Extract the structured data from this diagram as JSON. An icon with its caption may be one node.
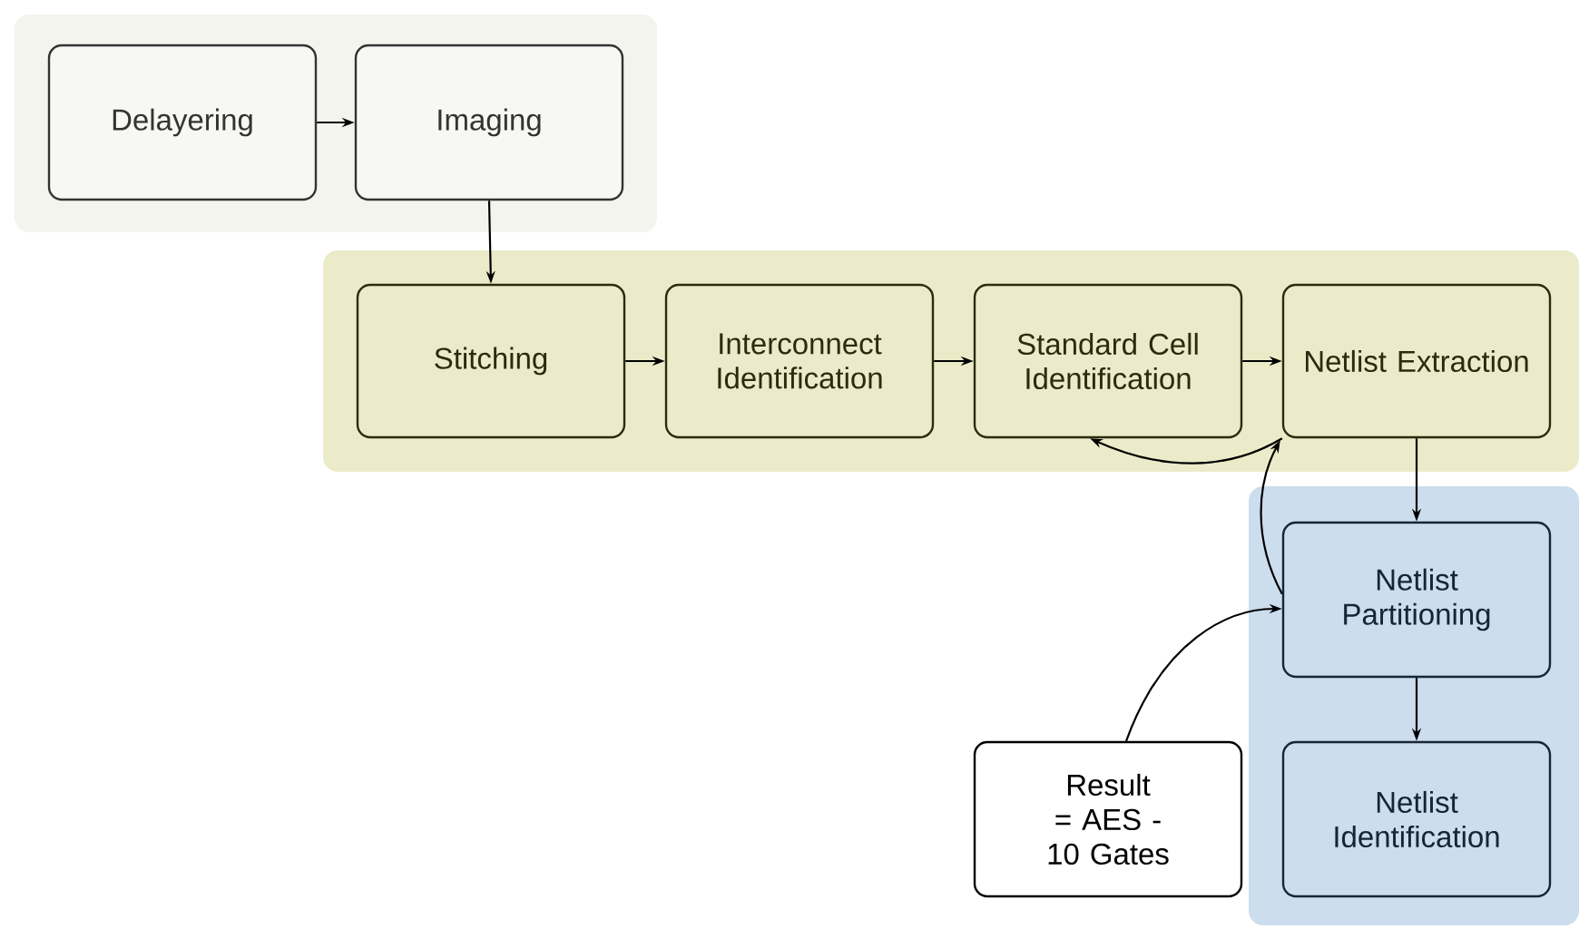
{
  "diagram": {
    "nodes": [
      {
        "text": [],
        "shape": "box"
      },
      {
        "text": [
          "Delayering"
        ],
        "in": 0
      },
      {
        "text": [
          "Imaging"
        ],
        "in": 0
      },
      {
        "text": [],
        "shape": "box"
      },
      {
        "text": [
          "Stitching"
        ],
        "in": 3
      },
      {
        "text": [
          "Interconnect Identification"
        ],
        "in": 3
      },
      {
        "text": [
          "Standard Cell Identification"
        ],
        "in": 3
      },
      {
        "text": [
          "Netlist Extraction"
        ],
        "in": 3
      },
      {
        "text": [],
        "shape": "box"
      },
      {
        "text": [
          "Netlist Partitioning"
        ],
        "in": 8
      },
      {
        "text": [
          "Netlist Identification"
        ],
        "in": 8
      },
      {
        "text": [
          "Result = AES - 10 Gates"
        ]
      }
    ],
    "edges": [
      {
        "from": 1,
        "to": 2,
        "arrow": "to"
      },
      {
        "from": 2,
        "to": 4,
        "arrow": "to"
      },
      {
        "from": 4,
        "to": 5,
        "arrow": "to"
      },
      {
        "from": 5,
        "to": 6,
        "arrow": "to"
      },
      {
        "from": 6,
        "to": 7,
        "arrow": "to"
      },
      {
        "from": 7,
        "to": 9,
        "arrow": "to"
      },
      {
        "from": 9,
        "to": 10,
        "arrow": "to"
      },
      {
        "from": 9,
        "to": 7,
        "arrow": "to"
      },
      {
        "from": 7,
        "to": 6,
        "arrow": "to"
      },
      {
        "from": 11,
        "to": 9,
        "arrow": "to"
      }
    ]
  }
}
